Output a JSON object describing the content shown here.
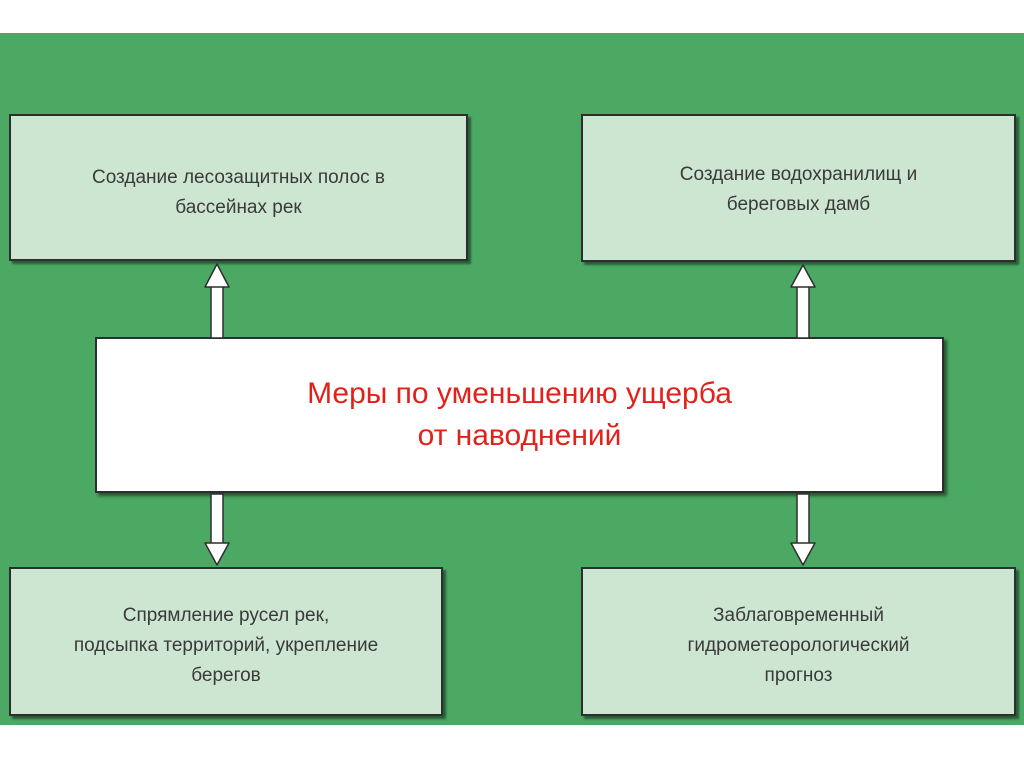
{
  "center": {
    "line1": "Меры по уменьшению ущерба",
    "line2": "от наводнений"
  },
  "boxes": {
    "top_left": {
      "line1": "Создание лесозащитных полос в",
      "line2": "бассейнах рек"
    },
    "top_right": {
      "line1": "Создание водохранилищ и",
      "line2": "береговых дамб"
    },
    "bottom_left": {
      "line1": "Спрямление русел рек,",
      "line2": "подсыпка территорий, укрепление",
      "line3": "берегов"
    },
    "bottom_right": {
      "line1": "Заблаговременный",
      "line2": "гидрометеорологический",
      "line3": "прогноз"
    }
  },
  "colors": {
    "background_panel": "#4ca964",
    "box_fill": "#cde6d2",
    "center_text": "#e3211c"
  }
}
